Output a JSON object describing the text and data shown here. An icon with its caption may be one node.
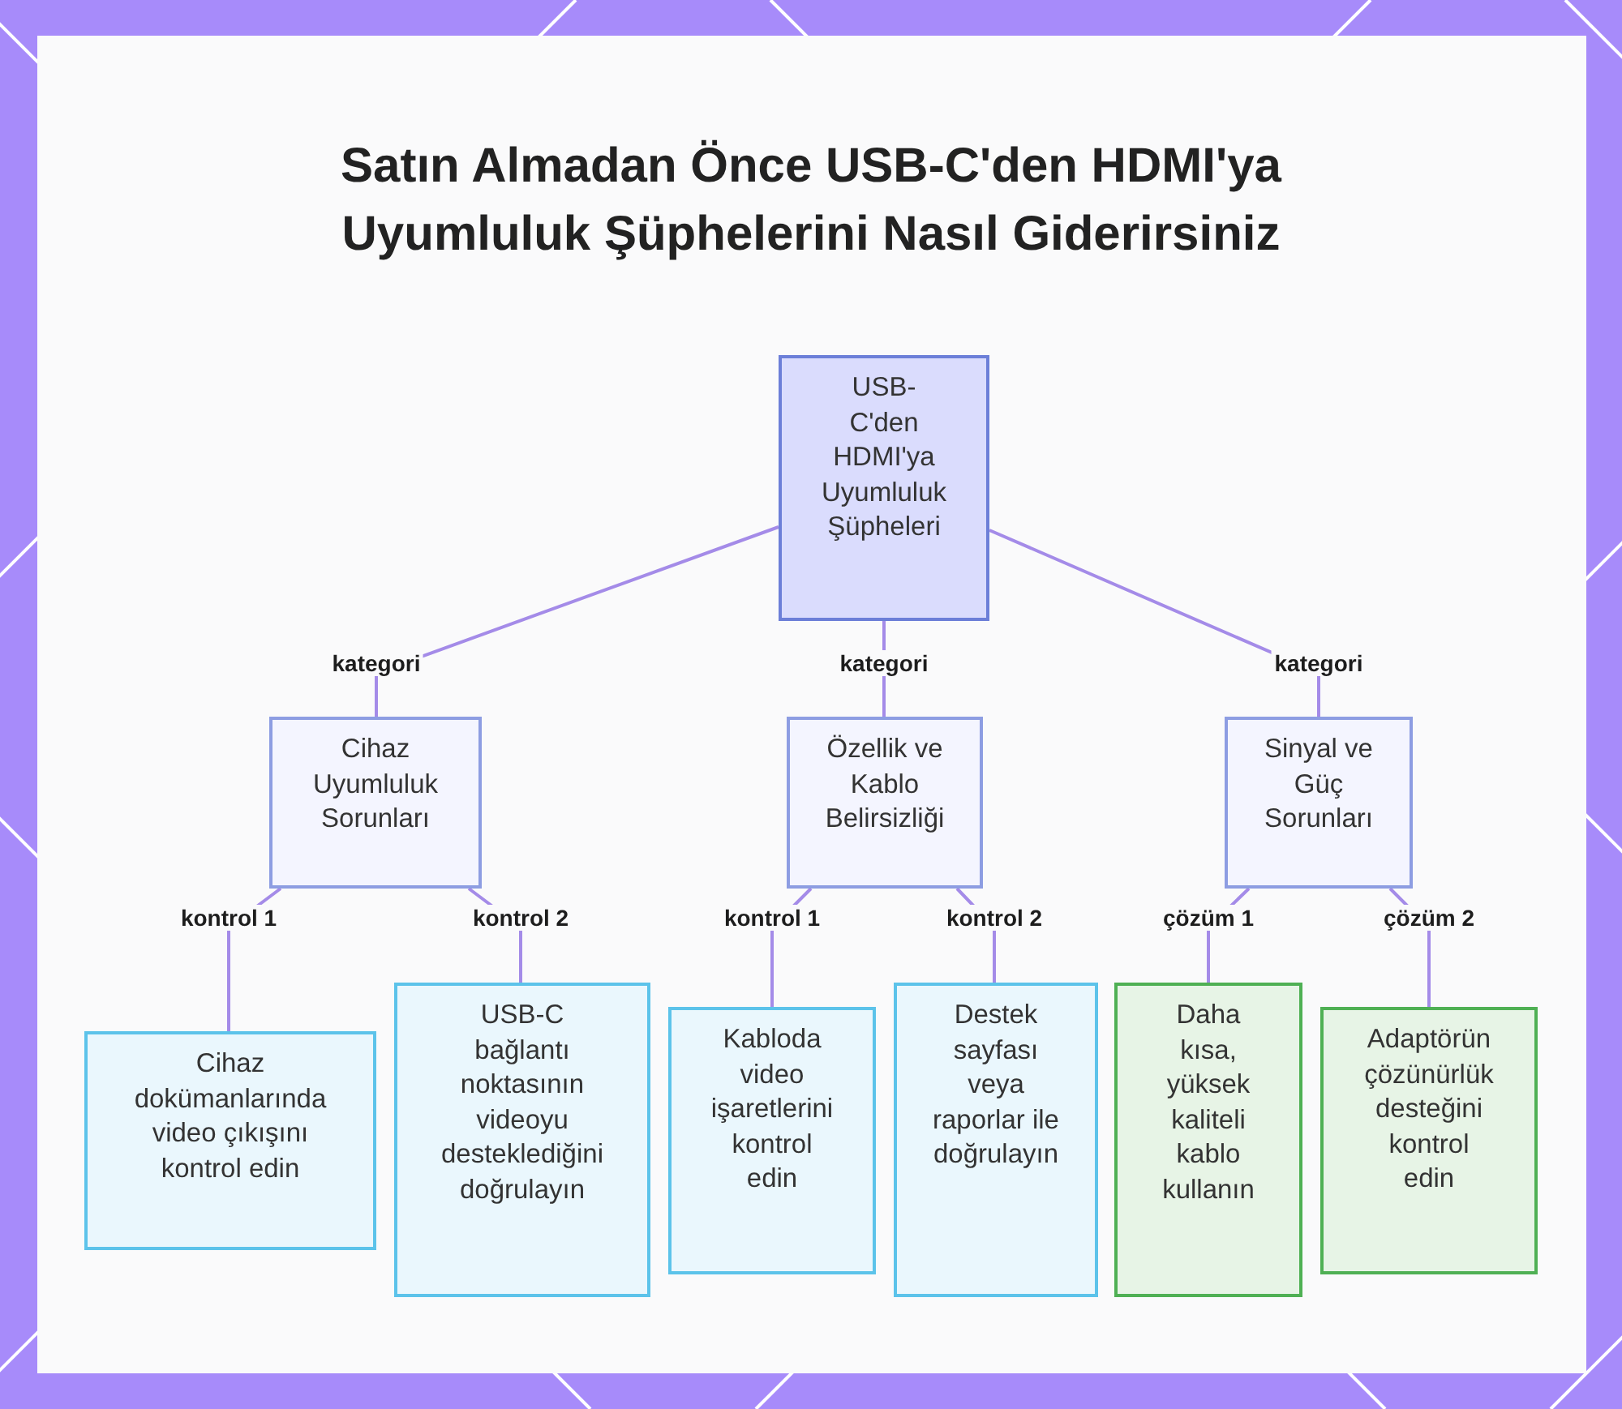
{
  "diagram": {
    "title": "Satın Almadan Önce USB-C'den HDMI'ya Uyumluluk Şüphelerini Nasıl Giderirsiniz",
    "nodes": [
      {
        "text": [
          "USB-C'den HDMI'ya Uyumluluk Şüpheleri"
        ]
      },
      {
        "text": [
          "Cihaz Uyumluluk Sorunları"
        ]
      },
      {
        "text": [
          "Özellik ve Kablo Belirsizliği"
        ]
      },
      {
        "text": [
          "Sinyal ve Güç Sorunları"
        ]
      },
      {
        "text": [
          "Cihaz dokümanlarında video çıkışını kontrol edin"
        ]
      },
      {
        "text": [
          "USB-C bağlantı noktasının videoyu desteklediğini doğrulayın"
        ]
      },
      {
        "text": [
          "Kabloda video işaretlerini kontrol edin"
        ]
      },
      {
        "text": [
          "Destek sayfası veya raporlar ile doğrulayın"
        ]
      },
      {
        "text": [
          "Daha kısa, yüksek kaliteli kablo kullanın"
        ]
      },
      {
        "text": [
          "Adaptörün çözünürlük desteğini kontrol edin"
        ]
      }
    ],
    "edges": [
      {
        "from": 0,
        "to": 1,
        "arrow": "none",
        "label": "kategori"
      },
      {
        "from": 0,
        "to": 2,
        "arrow": "none",
        "label": "kategori"
      },
      {
        "from": 0,
        "to": 3,
        "arrow": "none",
        "label": "kategori"
      },
      {
        "from": 1,
        "to": 4,
        "arrow": "none",
        "label": "kontrol 1"
      },
      {
        "from": 1,
        "to": 5,
        "arrow": "none",
        "label": "kontrol 2"
      },
      {
        "from": 2,
        "to": 6,
        "arrow": "none",
        "label": "kontrol 1"
      },
      {
        "from": 2,
        "to": 7,
        "arrow": "none",
        "label": "kontrol 2"
      },
      {
        "from": 3,
        "to": 8,
        "arrow": "none",
        "label": "çözüm 1"
      },
      {
        "from": 3,
        "to": 9,
        "arrow": "none",
        "label": "çözüm 2"
      }
    ]
  }
}
